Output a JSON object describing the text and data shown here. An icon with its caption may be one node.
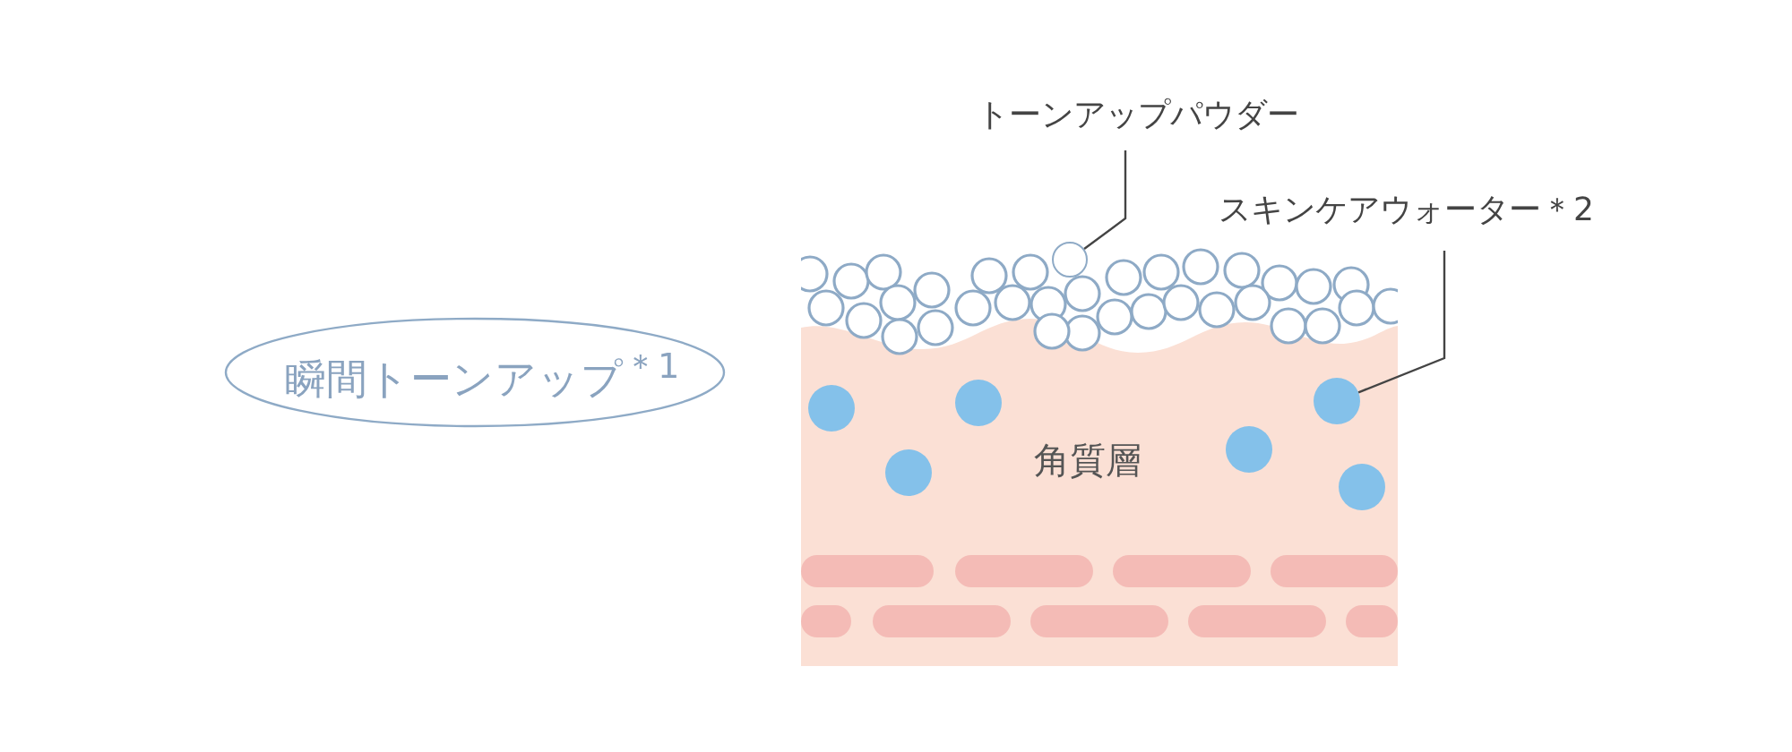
{
  "diagram": {
    "nodes": [
      {
        "text": [
          "瞬間トーンアップ$^{＊1}$"
        ]
      },
      {
        "text": [
          "角質層"
        ]
      },
      {
        "text": [
          "トーンアップパウダー"
        ]
      },
      {
        "text": [],
        "shape": "circle"
      },
      {
        "text": [
          "スキンケアウォーター＊2"
        ]
      },
      {
        "text": [],
        "shape": "circle",
        "in": 1
      }
    ],
    "edges": [
      {
        "from": 2,
        "to": 3,
        "arrow": "none"
      },
      {
        "from": 4,
        "to": 5,
        "arrow": "none"
      }
    ]
  }
}
